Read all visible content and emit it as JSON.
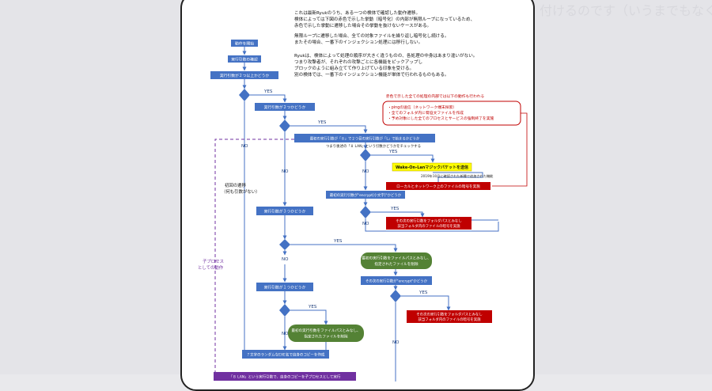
{
  "intro": {
    "p1": [
      "これは最新Ryukのうち、ある一つの検体で確認した動作遷移。",
      "検体によっては下図の赤色で示した挙動（暗号化）の内部が無限ループになっているため、",
      "赤色で示した挙動に遷移した場合その挙動を抜けないケースがある。"
    ],
    "p2": [
      "無限ループに遷移した場合、全ての対象ファイルを繰り返し暗号化し続ける。",
      "またその場合、一番下のインジェクション処理には移行しない。"
    ],
    "p3": [
      "Ryukは、検体によって処理の順序が大きく違うものの、各処理の中身はあまり違いがない。",
      "つまり攻撃者が、それぞれの攻撃ごとに各機能をピックアップし",
      "ブロックのように組み立てて作り上げている印象を受ける。",
      "別の検体では、一番下のインジェクション機能が単体で行われるものもある。"
    ]
  },
  "nodes": {
    "start": "動作を開始",
    "check_args": "実行引数の確認",
    "args_ge2": "実行引数が２つ以上かどうか",
    "args_eq2": "実行引数が２つかどうか",
    "first_arg_8lan": "最初の実行引数が「８」で２つ目の実行引数が「L」で始まるかどうか",
    "wol": "Wake-On-Lanマジックパケットを送信",
    "encrypt_local_network": "ローカルとネットワーク上のファイルの暗号を実施",
    "first_arg_encrypt": "最初の実行引数が\"encrypt[小文字]\"かどうか",
    "next_arg_folder_encrypt": "その次の実行引数をフォルダパスとみなし該当フォルダ内のファイルの暗号を実施",
    "args_eq3": "実行引数が３つかどうか",
    "first_arg_filepath_delete": "最初の実行引数をファイルパスとみなし、指定されたファイルを削除",
    "next_arg_encrypt": "その次の実行引数が\"encrypt\"かどうか",
    "next_arg_folder_encrypt2": "その次の実行引数をフォルダパスとみなし該当フォルダ内のファイルの暗号を実施",
    "args_eq1": "実行引数が１つかどうか",
    "first_arg_filepath_delete2": "最初の実行引数をファイルパスとみなし、指定されたファイルを削除",
    "random_exe_copy": "７文字のランダムなEXE名で自身のコピーを作成",
    "bottom_cut": "「８ LAN」という実行引数で、自身のコピーを子プロセスとして実行"
  },
  "labels": {
    "yes": "YES",
    "no": "NO",
    "first_transition_line1": "初回の遷移",
    "first_transition_line2": "（何も引数がない）",
    "child_process_line1": "子プロセス",
    "child_process_line2": "としての動作",
    "lan_note": "つまり後述の「８ LAN」という引数かどうかをチェックする",
    "wol_note": "2019年10月に確認された新種で追加された機能"
  },
  "red_note": {
    "title": "赤色で示した全ての処理の内部では以下の動作も行われる",
    "items": [
      "・pingの送信（ネットワーク端末探索）",
      "・全てのフォルダ内に脅迫文ファイルを作成",
      "・予め対象にした全てのプロセスとサービスの強制終了を実施"
    ]
  },
  "background": {
    "right_text": "付けるのです（いうまでもなく動作が行われるのです"
  },
  "colors": {
    "blue": "#4472c4",
    "red": "#c00000",
    "green": "#548235",
    "yellow": "#ffff00",
    "purple": "#7030a0",
    "line": "#4472c4"
  }
}
